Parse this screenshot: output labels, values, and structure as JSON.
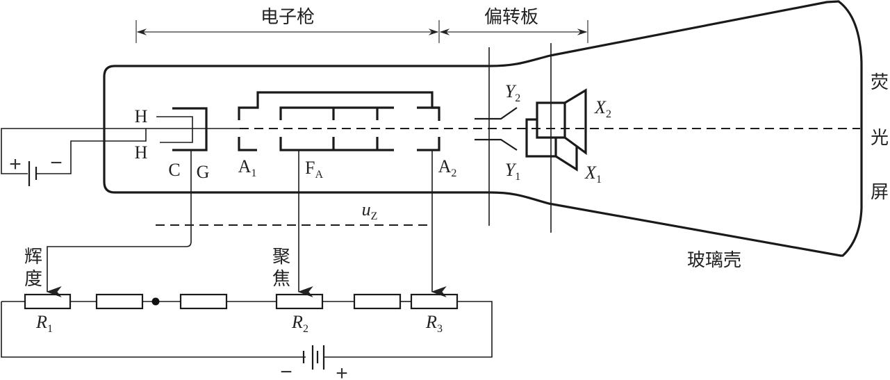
{
  "title": "示波管结构示意图",
  "sections": {
    "electron_gun": "电子枪",
    "deflection_plates": "偏转板"
  },
  "components": {
    "filament_top": "H",
    "filament_bottom": "H",
    "cathode": "C",
    "grid": "G",
    "anode1": {
      "main": "A",
      "sub": "1"
    },
    "focus_anode": {
      "main": "F",
      "sub": "A"
    },
    "anode2": {
      "main": "A",
      "sub": "2"
    },
    "y2_plate": {
      "main": "Y",
      "sub": "2"
    },
    "y1_plate": {
      "main": "Y",
      "sub": "1"
    },
    "x2_plate": {
      "main": "X",
      "sub": "2"
    },
    "x1_plate": {
      "main": "X",
      "sub": "1"
    }
  },
  "screen_label": [
    "荧",
    "光",
    "屏"
  ],
  "glass_shell": "玻璃壳",
  "voltage": {
    "main": "u",
    "sub": "Z"
  },
  "controls": {
    "brightness": [
      "辉",
      "度"
    ],
    "focus": [
      "聚",
      "焦"
    ]
  },
  "resistors": {
    "r1": {
      "main": "R",
      "sub": "1"
    },
    "r2": {
      "main": "R",
      "sub": "2"
    },
    "r3": {
      "main": "R",
      "sub": "3"
    }
  },
  "filament_battery": {
    "plus": "+",
    "minus": "−"
  },
  "main_battery": {
    "plus": "+",
    "minus": "−"
  }
}
